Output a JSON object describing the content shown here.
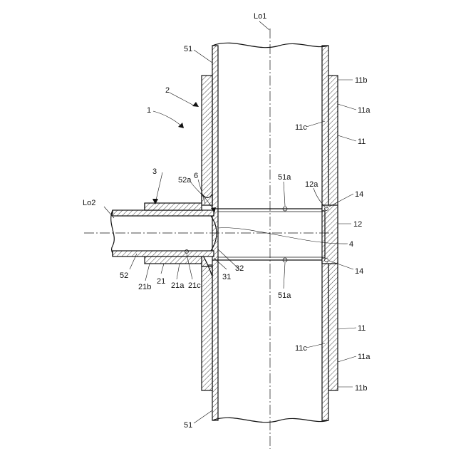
{
  "labels": {
    "lo1": "Lo1",
    "lo2": "Lo2",
    "n1": "1",
    "n2": "2",
    "n3": "3",
    "n51_top": "51",
    "n51_bottom": "51",
    "n52": "52",
    "n52a": "52a",
    "n6": "6",
    "n51a_top": "51a",
    "n51a_bottom": "51a",
    "n12a": "12a",
    "n4": "4",
    "n12": "12",
    "n14_top": "14",
    "n14_bottom": "14",
    "n11b_top": "11b",
    "n11a_top": "11a",
    "n11_top": "11",
    "n11c_top": "11c",
    "n11_bottom": "11",
    "n11a_bottom": "11a",
    "n11b_bottom": "11b",
    "n11c_bottom": "11c",
    "n21b": "21b",
    "n21": "21",
    "n21a": "21a",
    "n21c": "21c",
    "n31": "31",
    "n32": "32"
  }
}
